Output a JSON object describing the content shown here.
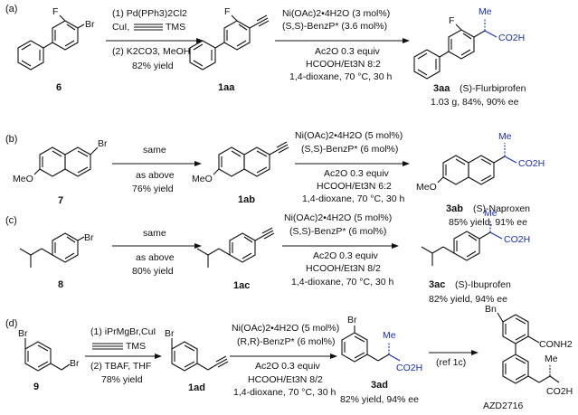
{
  "rows": [
    {
      "label": "(a)",
      "start": {
        "number": "6",
        "atoms": [
          "F",
          "Br"
        ]
      },
      "step1": {
        "lines": [
          "(1) Pd(PPh3)2Cl2",
          "CuI,",
          "TMS",
          "(2) K2CO3, MeOH",
          "82% yield"
        ]
      },
      "intermediate": {
        "number": "1aa",
        "atoms": [
          "F"
        ]
      },
      "step2": {
        "lines": [
          "Ni(OAc)2•4H2O (3 mol%)",
          "(S,S)-BenzP* (3.6 mol%)",
          "Ac2O 0.3 equiv",
          "HCOOH/Et3N 8:2",
          "1,4-dioxane, 70 °C, 30 h"
        ]
      },
      "product": {
        "number": "3aa",
        "name": "(S)-Flurbiprofen",
        "detail": "1.03 g, 84%, 90% ee",
        "atoms": [
          "F",
          "Me",
          "CO2H"
        ]
      }
    },
    {
      "label": "(b)",
      "start": {
        "number": "7",
        "atoms": [
          "MeO",
          "Br"
        ]
      },
      "step1": {
        "lines": [
          "same",
          "as above",
          "76% yield"
        ]
      },
      "intermediate": {
        "number": "1ab",
        "atoms": [
          "MeO"
        ]
      },
      "step2": {
        "lines": [
          "Ni(OAc)2•4H2O (5 mol%)",
          "(S,S)-BenzP* (6 mol%)",
          "Ac2O 0.3 equiv",
          "HCOOH/Et3N  6:2",
          "1,4-dioxane, 70 °C, 30 h"
        ]
      },
      "product": {
        "number": "3ab",
        "name": "(S)-Naproxen",
        "detail": "85% yield, 91% ee",
        "atoms": [
          "MeO",
          "Me",
          "CO2H"
        ]
      }
    },
    {
      "label": "(c)",
      "start": {
        "number": "8",
        "atoms": [
          "Br"
        ]
      },
      "step1": {
        "lines": [
          "same",
          "as above",
          "80% yield"
        ]
      },
      "intermediate": {
        "number": "1ac",
        "atoms": []
      },
      "step2": {
        "lines": [
          "Ni(OAc)2•4H2O (5 mol%)",
          "(S,S)-BenzP* (6 mol%)",
          "Ac2O 0.3 equiv",
          "HCOOH/Et3N 8/2",
          "1,4-dioxane, 70 °C, 30 h"
        ]
      },
      "product": {
        "number": "3ac",
        "name": "(S)-Ibuprofen",
        "detail": "82% yield, 94% ee",
        "atoms": [
          "Me",
          "CO2H"
        ]
      }
    },
    {
      "label": "(d)",
      "start": {
        "number": "9",
        "atoms": [
          "Br",
          "Br"
        ]
      },
      "step1": {
        "lines": [
          "(1) iPrMgBr,CuI",
          "TMS",
          "(2) TBAF, THF",
          "78% yield"
        ]
      },
      "intermediate": {
        "number": "1ad",
        "atoms": [
          "Br"
        ]
      },
      "step2": {
        "lines": [
          "Ni(OAc)2•4H2O (5 mol%)",
          "(R,R)-BenzP* (6 mol%)",
          "Ac2O 0.3 equiv",
          "HCOOH/Et3N 8/2",
          "1,4-dioxane, 70 °C, 30 h"
        ]
      },
      "product": {
        "number": "3ad",
        "name": "",
        "detail": "82% yield, 94% ee",
        "atoms": [
          "Br",
          "Me",
          "CO2H"
        ]
      },
      "step3": {
        "lines": [
          "(ref 1c)"
        ]
      },
      "final": {
        "number": "AZD2716",
        "atoms": [
          "Bn",
          "CONH2",
          "Me",
          "CO2H"
        ]
      }
    }
  ]
}
